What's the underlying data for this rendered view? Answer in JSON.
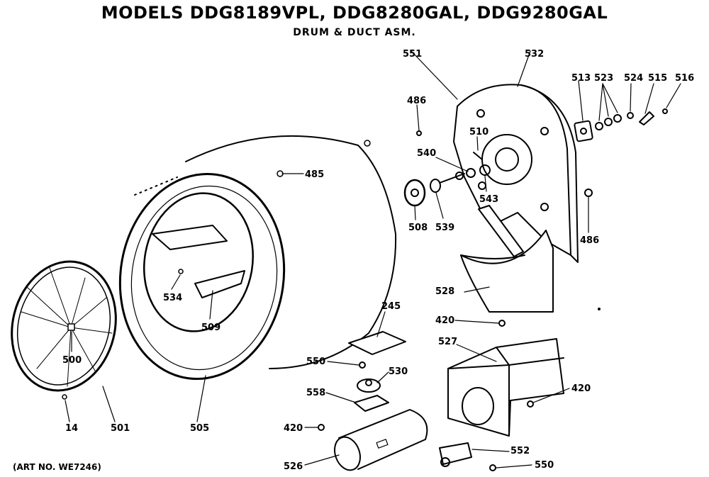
{
  "title": "MODELS DDG8189VPL, DDG8280GAL, DDG9280GAL",
  "subtitle": "DRUM & DUCT ASM.",
  "art_no": "(ART NO. WE7246)",
  "labels": {
    "l551": "551",
    "l532": "532",
    "l513": "513",
    "l523": "523",
    "l524": "524",
    "l515": "515",
    "l516": "516",
    "l486a": "486",
    "l510": "510",
    "l540": "540",
    "l485": "485",
    "l543": "543",
    "l508": "508",
    "l539": "539",
    "l486b": "486",
    "l528": "528",
    "l534": "534",
    "l509": "509",
    "l245": "245",
    "l420a": "420",
    "l527": "527",
    "l500": "500",
    "l550a": "550",
    "l530": "530",
    "l420b": "420",
    "l558": "558",
    "l14": "14",
    "l501": "501",
    "l505": "505",
    "l420c": "420",
    "l526": "526",
    "l552": "552",
    "l550b": "550"
  }
}
